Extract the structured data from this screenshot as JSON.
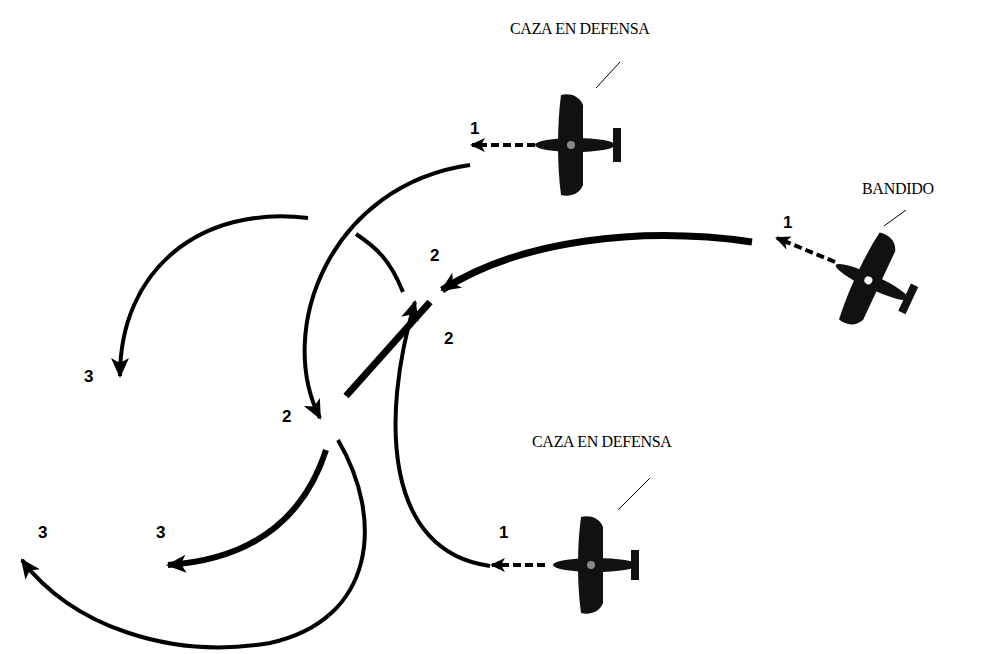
{
  "diagram": {
    "labels": [
      "CAZA EN DEFENSA",
      "BANDIDO",
      "1",
      "1",
      "2",
      "2",
      "2",
      "3",
      "CAZA EN DEFENSA",
      "1",
      "3",
      "3"
    ]
  }
}
